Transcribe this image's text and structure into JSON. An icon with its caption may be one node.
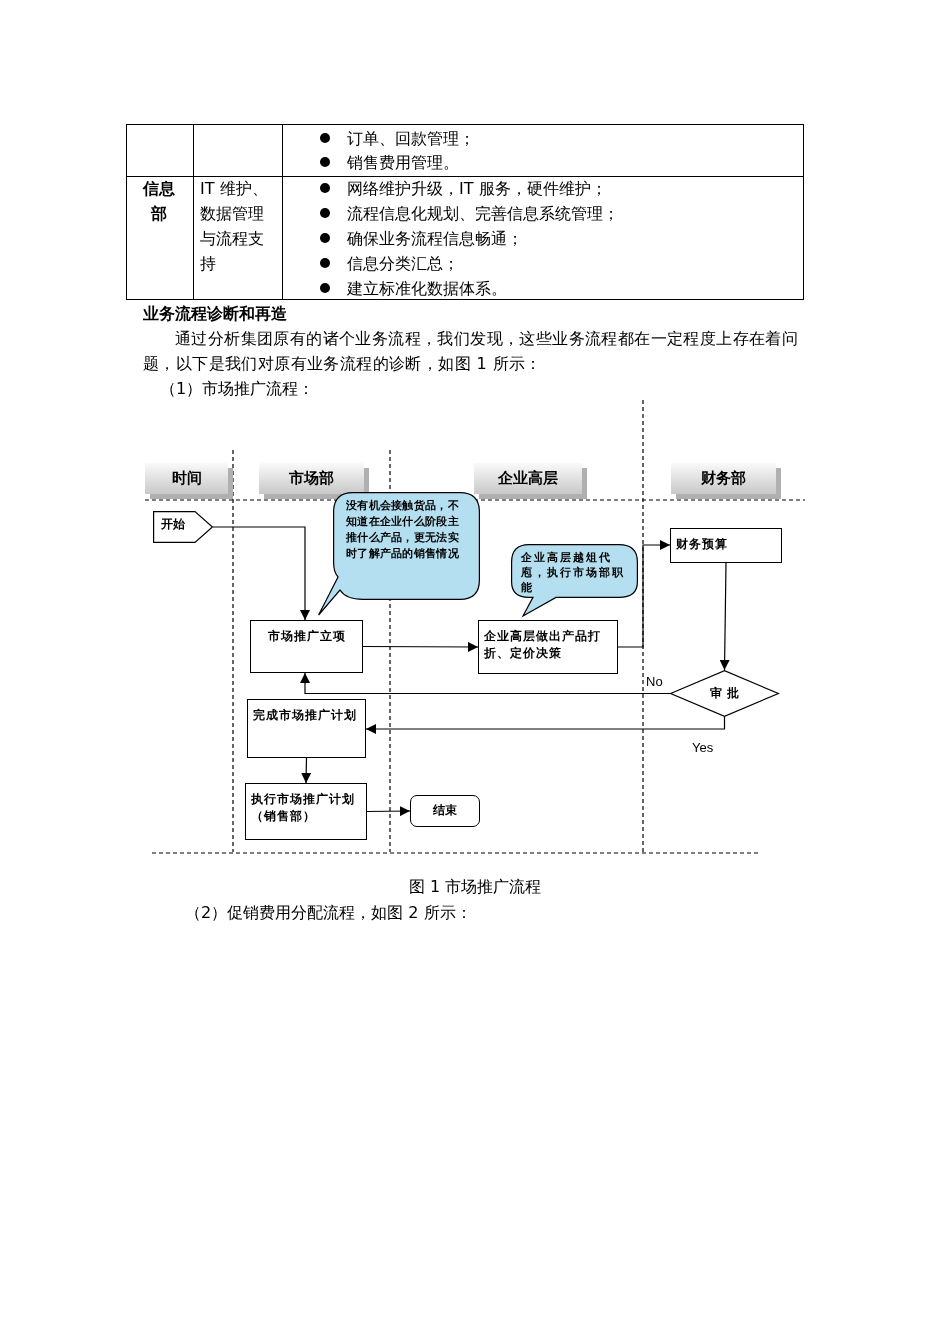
{
  "diagram": {
    "caption": "图 1 市场推广流程",
    "nodes": [
      {
        "text": [
          "时间"
        ]
      },
      {
        "text": [
          "市场部"
        ]
      },
      {
        "text": [
          "企业高层"
        ]
      },
      {
        "text": [
          "财务部"
        ]
      },
      {
        "text": [
          "开始"
        ]
      },
      {
        "text": [
          "没有机会接触货品，不知道在企业什么阶段主推什么产品，更无法实时了解产品的销售情况"
        ]
      },
      {
        "text": [
          "企业高层越俎代庖，执行市场部职能"
        ]
      },
      {
        "text": [
          "财务预算"
        ]
      },
      {
        "text": [
          "市场推广立项"
        ]
      },
      {
        "text": [
          "企业高层做出产品打折、定价决策"
        ]
      },
      {
        "text": [
          "审 批"
        ]
      },
      {
        "text": [
          "完成市场推广计划"
        ]
      },
      {
        "text": [
          "执行市场推广计划（销售部）"
        ]
      },
      {
        "text": [
          "结束"
        ]
      }
    ],
    "edges": [
      {
        "from": 4,
        "to": 8,
        "arrow": "to"
      },
      {
        "from": 8,
        "to": 9,
        "arrow": "to"
      },
      {
        "from": 9,
        "to": 7,
        "arrow": "to"
      },
      {
        "from": 7,
        "to": 10,
        "arrow": "to"
      },
      {
        "from": 10,
        "to": 8,
        "arrow": "to",
        "label": "No"
      },
      {
        "from": 10,
        "to": 11,
        "arrow": "to",
        "label": "Yes"
      },
      {
        "from": 11,
        "to": 12,
        "arrow": "to"
      },
      {
        "from": 12,
        "to": 13,
        "arrow": "to"
      }
    ],
    "labels": [
      "订单、回款管理；",
      "销售费用管理。",
      "信息部",
      "IT 维护、数据管理与流程支持",
      "网络维护升级，IT 服务，硬件维护；",
      "流程信息化规划、完善信息系统管理；",
      "确保业务流程信息畅通；",
      "信息分类汇总；",
      "建立标准化数据体系。",
      "业务流程诊断和再造",
      "通过分析集团原有的诸个业务流程，我们发现，这些业务流程都在一定程度上存在着问题，以下是我们对原有业务流程的诊断，如图 1 所示：",
      "（1）市场推广流程：",
      "（2）促销费用分配流程，如图 2 所示："
    ]
  }
}
